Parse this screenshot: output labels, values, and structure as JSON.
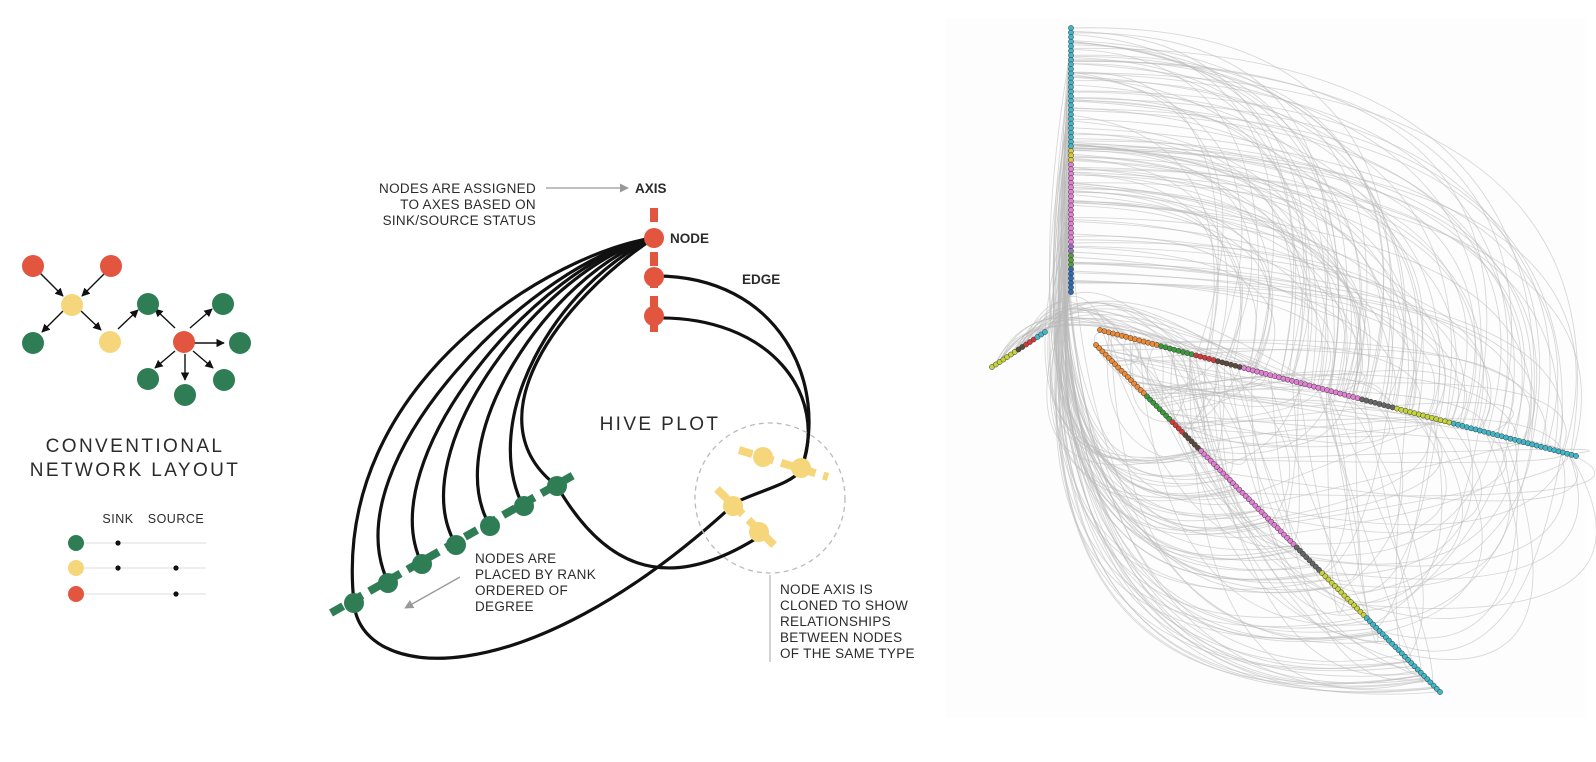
{
  "colors": {
    "red": "#e2553f",
    "yellow": "#f6d67a",
    "green": "#2f7d55",
    "black": "#111111",
    "edge_grey": "#b9b9b9"
  },
  "conventional": {
    "title_line1": "CONVENTIONAL",
    "title_line2": "NETWORK LAYOUT",
    "legend_sink": "SINK",
    "legend_source": "SOURCE"
  },
  "hive_diagram": {
    "axes_note_line1": "NODES ARE ASSIGNED",
    "axes_note_line2": "TO AXES BASED ON",
    "axes_note_line3": "SINK/SOURCE STATUS",
    "axis_label": "AXIS",
    "node_label": "NODE",
    "edge_label": "EDGE",
    "title": "HIVE PLOT",
    "rank_note_line1": "NODES ARE",
    "rank_note_line2": "PLACED BY RANK",
    "rank_note_line3": "ORDERED OF",
    "rank_note_line4": "DEGREE",
    "clone_note_line1": "NODE AXIS IS",
    "clone_note_line2": "CLONED TO SHOW",
    "clone_note_line3": "RELATIONSHIPS",
    "clone_note_line4": "BETWEEN NODES",
    "clone_note_line5": "OF THE SAME TYPE"
  },
  "hive_plot_example": {
    "segment_colors": [
      "#3fb7c9",
      "#d7c93c",
      "#e27ed3",
      "#9a6fc2",
      "#5a9e3a",
      "#2e6bb5",
      "#ee8a35",
      "#3c9a3a",
      "#d23b3b",
      "#5d4a3f",
      "#666666",
      "#c7d33a"
    ]
  }
}
